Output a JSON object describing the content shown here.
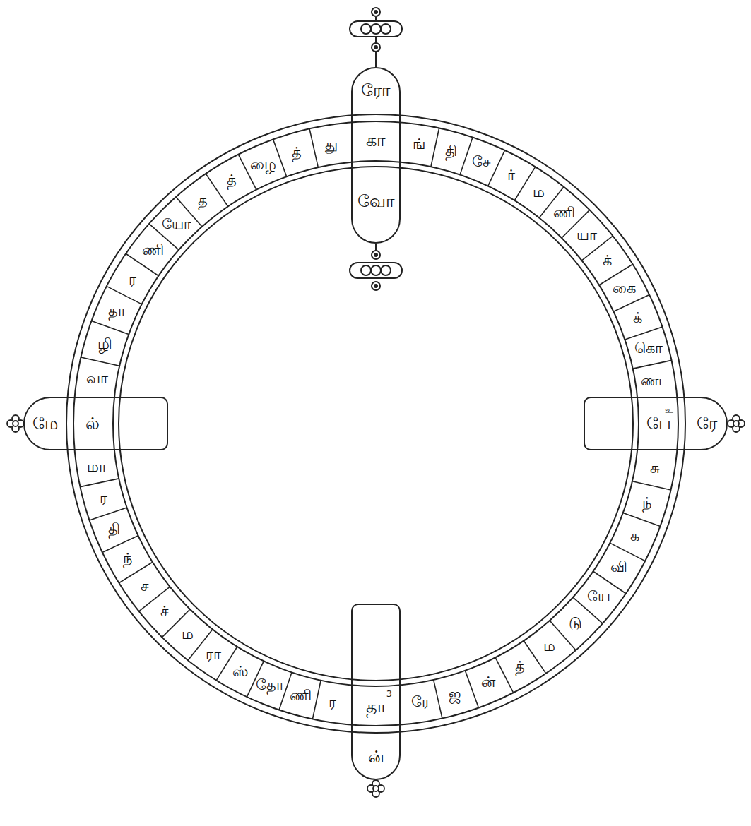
{
  "diagram": {
    "nodes": [
      {
        "text": [
          "ரோ",
          "கா",
          "வோ"
        ]
      },
      {
        "text": [
          "ங்"
        ]
      },
      {
        "text": [
          "தி"
        ]
      },
      {
        "text": [
          "சே"
        ]
      },
      {
        "text": [
          "ர்"
        ]
      },
      {
        "text": [
          "ம"
        ]
      },
      {
        "text": [
          "ணி"
        ]
      },
      {
        "text": [
          "யா"
        ]
      },
      {
        "text": [
          "க்"
        ]
      },
      {
        "text": [
          "கை"
        ]
      },
      {
        "text": [
          "க்"
        ]
      },
      {
        "text": [
          "கொ"
        ]
      },
      {
        "text": [
          "ணட"
        ]
      },
      {
        "text": [
          "பே",
          "ரே"
        ]
      },
      {
        "text": [
          "சு"
        ]
      },
      {
        "text": [
          "ந்"
        ]
      },
      {
        "text": [
          "க"
        ]
      },
      {
        "text": [
          "வி"
        ]
      },
      {
        "text": [
          "யே"
        ]
      },
      {
        "text": [
          "டு"
        ]
      },
      {
        "text": [
          "ம"
        ]
      },
      {
        "text": [
          "த்"
        ]
      },
      {
        "text": [
          "ன்"
        ]
      },
      {
        "text": [
          "ஜ"
        ]
      },
      {
        "text": [
          "ரே"
        ]
      },
      {
        "text": [
          "தா",
          "ன்"
        ]
      },
      {
        "text": [
          "ர"
        ]
      },
      {
        "text": [
          "ணி"
        ]
      },
      {
        "text": [
          "தோ"
        ]
      },
      {
        "text": [
          "ஸ்"
        ]
      },
      {
        "text": [
          "ரா"
        ]
      },
      {
        "text": [
          "ம"
        ]
      },
      {
        "text": [
          "ச்"
        ]
      },
      {
        "text": [
          "ச"
        ]
      },
      {
        "text": [
          "ந்"
        ]
      },
      {
        "text": [
          "தி"
        ]
      },
      {
        "text": [
          "ர"
        ]
      },
      {
        "text": [
          "மா"
        ]
      },
      {
        "text": [
          "மே",
          "ல்"
        ]
      },
      {
        "text": [
          "வா"
        ]
      },
      {
        "text": [
          "ழி"
        ]
      },
      {
        "text": [
          "தா"
        ]
      },
      {
        "text": [
          "ர"
        ]
      },
      {
        "text": [
          "ணி"
        ]
      },
      {
        "text": [
          "யோ"
        ]
      },
      {
        "text": [
          "த"
        ]
      },
      {
        "text": [
          "த்"
        ]
      },
      {
        "text": [
          "ழை"
        ]
      },
      {
        "text": [
          "த்"
        ]
      },
      {
        "text": [
          "து"
        ]
      }
    ],
    "labels": [
      "3",
      "உ"
    ]
  }
}
